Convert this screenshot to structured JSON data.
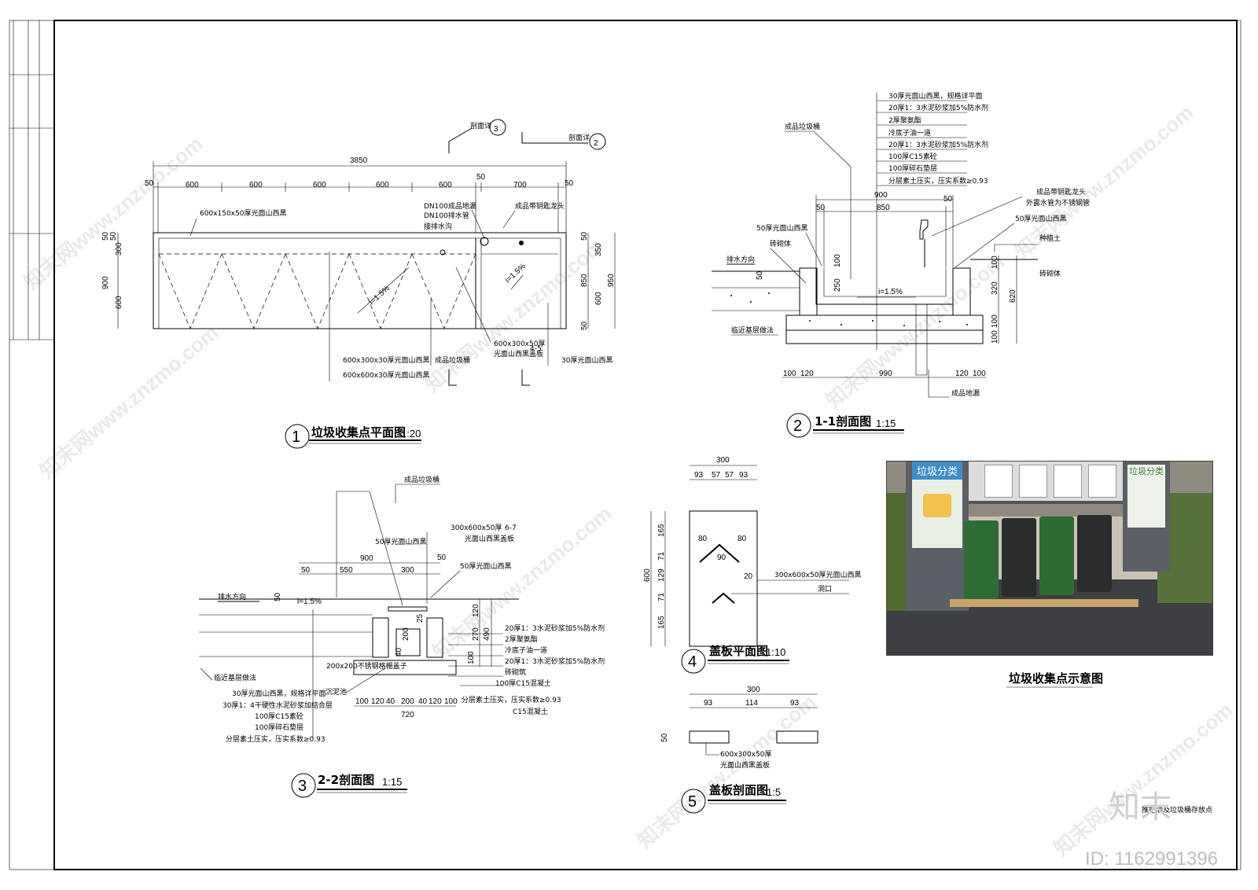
{
  "plan": {
    "title": "垃圾收集点平面图",
    "scale": "1:20",
    "number": "1",
    "dims_top": [
      "3850",
      "50",
      "600",
      "600",
      "600",
      "600",
      "600",
      "50",
      "700",
      "50"
    ],
    "dims_left": [
      "50",
      "50",
      "300",
      "900",
      "600"
    ],
    "dims_right": [
      "50",
      "350",
      "850",
      "950",
      "600",
      "50"
    ],
    "section_marks": [
      "剖面详",
      "3",
      "剖面详",
      "2"
    ],
    "labels": {
      "curb": "600x150x50厚光面山西黑",
      "dn100_drain": "DN100成品地漏",
      "dn100_pipe": "DN100排水管",
      "to_ditch": "接排水沟",
      "faucet": "成品带钥匙龙头",
      "slope_left": "i=1.5%",
      "slope_right": "i=1.5%",
      "cover": "600x300x50厚",
      "cover2": "光面山西黑盖板",
      "cover_ref": "4-5",
      "paving1": "600x300x30厚光面山西黑",
      "paving2": "600x600x30厚光面山西黑",
      "bin": "成品垃圾桶",
      "edge": "30厚光面山西黑"
    }
  },
  "sec11": {
    "title": "1-1剖面图",
    "scale": "1:15",
    "number": "2",
    "layers": [
      "30厚光面山西黑，规格详平面",
      "20厚1：3水泥砂浆加5%防水剂",
      "2厚聚氨酯",
      "冷底子油一道",
      "20厚1：3水泥砂浆加5%防水剂",
      "100厚C15素砼",
      "100厚碎石垫层",
      "分层素土压实，压实系数≥0.93"
    ],
    "labels": {
      "bin": "成品垃圾桶",
      "faucet1": "成品带钥匙龙头",
      "faucet2": "外露水管为不锈钢管",
      "black_l": "50厚光面山西黑",
      "black_r": "50厚光面山西黑",
      "brick_l": "砖砌体",
      "brick_r": "砖砌体",
      "drain_dir": "排水方向",
      "planting": "种植土",
      "adjacent": "临近基层做法",
      "drain": "成品地漏",
      "slope": "i=1.5%"
    },
    "dims_top": [
      "900",
      "50",
      "850",
      "50"
    ],
    "dims_bottom": [
      "100",
      "120",
      "990",
      "120",
      "100"
    ],
    "dims_inner": [
      "50",
      "100",
      "250"
    ],
    "dims_right": [
      "100",
      "320",
      "620",
      "100",
      "100"
    ]
  },
  "sec22": {
    "title": "2-2剖面图",
    "scale": "1:15",
    "number": "3",
    "labels": {
      "bin": "成品垃圾桶",
      "black": "50厚光面山西黑",
      "cover1": "300x600x50厚",
      "cover2": "光面山西黑盖板",
      "cover_ref": "6-7",
      "black2": "50厚光面山西黑",
      "drain_dir": "排水方向",
      "slope": "i=1.5%",
      "adjacent": "临近基层做法",
      "grate": "200x200不锈钢格栅盖子",
      "sink": "沉泥池",
      "r1": "20厚1：3水泥砂浆加5%防水剂",
      "r2": "2厚聚氨酯",
      "r3": "冷底子油一道",
      "r4": "20厚1：3水泥砂浆加5%防水剂",
      "r5": "砖砌筑",
      "r6": "100厚C15混凝土",
      "r7": "分层素土压实，压实系数≥0.93",
      "r8": "C15混凝土"
    },
    "layers_left": [
      "30厚光面山西黑，规格详平面",
      "30厚1：4干硬性水泥砂浆加结合层",
      "100厚C15素砼",
      "100厚碎石垫层",
      "分层素土压实，压实系数≥0.93"
    ],
    "dims_top": [
      "900",
      "50",
      "550",
      "300",
      "50"
    ],
    "dims_bottom": [
      "100",
      "120",
      "40",
      "200",
      "40",
      "120",
      "100",
      "720"
    ],
    "dims_right": [
      "120",
      "270",
      "490",
      "100"
    ],
    "dims_inner": [
      "50",
      "200",
      "25",
      "40"
    ]
  },
  "cover_plan": {
    "title": "盖板平面图",
    "scale": "1:10",
    "number": "4",
    "dims_top": [
      "300",
      "93",
      "57",
      "57",
      "93"
    ],
    "dims_left": [
      "600",
      "165",
      "71",
      "129",
      "71",
      "165"
    ],
    "dims_inner": [
      "80",
      "80",
      "90",
      "20"
    ],
    "labels": {
      "cover": "300x600x50厚光面山西黑",
      "hole": "洞口"
    }
  },
  "cover_sec": {
    "title": "盖板剖面图",
    "scale": "1:5",
    "number": "5",
    "dims_top": [
      "300",
      "93",
      "114",
      "93"
    ],
    "dims_left": [
      "50"
    ],
    "labels": {
      "cover1": "600x300x50厚",
      "cover2": "光面山西黑盖板"
    }
  },
  "photo": {
    "caption": "垃圾收集点示意图",
    "sign1": "垃圾分类",
    "sign2": "垃圾分类"
  },
  "footer": {
    "note": "推把油及垃圾桶存放点",
    "brand": "知末",
    "id": "ID: 1162991396"
  },
  "watermark": "知末网www.znzmo.com"
}
